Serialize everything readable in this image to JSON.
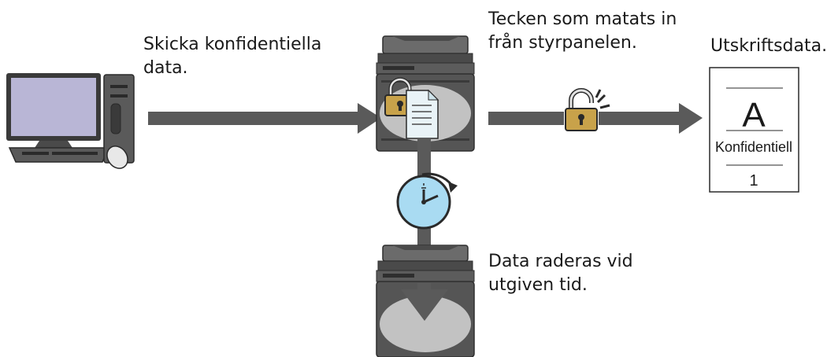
{
  "labels": {
    "send": [
      "Skicka konfidentiella",
      "data."
    ],
    "panel": [
      "Tecken som matats in",
      "från styrpanelen."
    ],
    "print": "Utskriftsdata.",
    "erase": [
      "Data raderas vid",
      "utgiven tid."
    ]
  },
  "document": {
    "big_letter": "A",
    "stamp": "Konfidentiell",
    "page_number": "1"
  },
  "icons": {
    "computer": "computer-icon",
    "printer": "printer-icon",
    "lock": "lock-icon",
    "unlock": "unlocked-padlock-icon",
    "document": "document-icon",
    "timer": "clock-timer-icon"
  },
  "colors": {
    "arrow": "#5a5a5a",
    "device_dark": "#4a4a4a",
    "device_mid": "#6b6b6b",
    "highlight": "#c8c8c8",
    "screen": "#b9b6d6",
    "clock_face": "#a9dbf2",
    "lock_gold": "#c8a24a",
    "doc_paper": "#e9f3f7"
  }
}
